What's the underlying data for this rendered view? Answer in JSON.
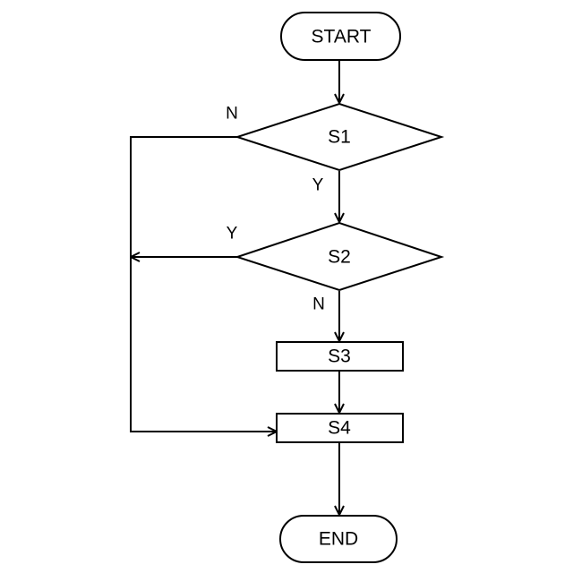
{
  "flowchart": {
    "nodes": {
      "start": {
        "label": "START",
        "shape": "terminal"
      },
      "s1": {
        "label": "S1",
        "shape": "decision"
      },
      "s2": {
        "label": "S2",
        "shape": "decision"
      },
      "s3": {
        "label": "S3",
        "shape": "process"
      },
      "s4": {
        "label": "S4",
        "shape": "process"
      },
      "end": {
        "label": "END",
        "shape": "terminal"
      }
    },
    "edges": [
      {
        "from": "start",
        "to": "s1",
        "label": ""
      },
      {
        "from": "s1",
        "to": "s2",
        "label": "Y"
      },
      {
        "from": "s1",
        "to": "s4",
        "label": "N"
      },
      {
        "from": "s2",
        "to": "s3",
        "label": "N"
      },
      {
        "from": "s2",
        "to": "s4",
        "label": "Y"
      },
      {
        "from": "s3",
        "to": "s4",
        "label": ""
      },
      {
        "from": "s4",
        "to": "end",
        "label": ""
      }
    ],
    "colors": {
      "stroke": "#000000",
      "fill": "#ffffff",
      "text": "#000000"
    }
  }
}
